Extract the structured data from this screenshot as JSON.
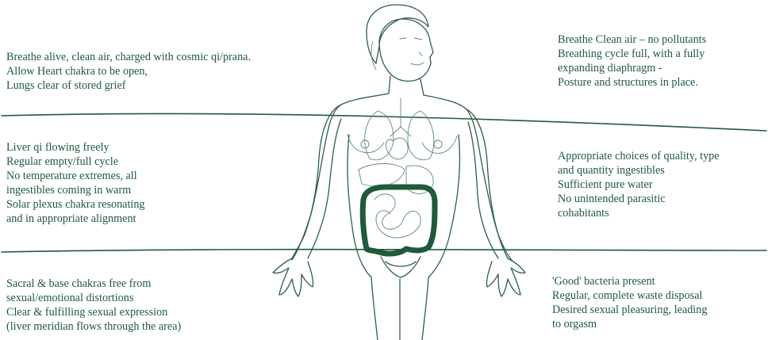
{
  "sections": {
    "top_left": {
      "lines": [
        "Breathe alive, clean air, charged with cosmic qi/prana.",
        "Allow Heart chakra to be open,",
        "Lungs clear of stored grief"
      ]
    },
    "top_right": {
      "lines": [
        "Breathe Clean air – no pollutants",
        "Breathing cycle full, with a fully",
        "expanding diaphragm -",
        "Posture and structures in place."
      ]
    },
    "middle_left": {
      "lines": [
        "Liver qi flowing freely",
        "Regular empty/full cycle",
        "No temperature extremes, all",
        "ingestibles coming in warm",
        "Solar plexus chakra resonating",
        "and in appropriate alignment"
      ]
    },
    "middle_right": {
      "lines": [
        "Appropriate choices of quality, type",
        "and quantity ingestibles",
        "Sufficient pure water",
        "No unintended parasitic",
        "cohabitants"
      ]
    },
    "bottom_left": {
      "lines": [
        "Sacral & base chakras free from",
        "sexual/emotional distortions",
        "Clear & fulfilling sexual expression",
        "(liver meridian flows through the area)"
      ]
    },
    "bottom_right": {
      "lines": [
        "'Good' bacteria present",
        "Regular, complete waste disposal",
        "Desired sexual pleasuring, leading",
        " to orgasm"
      ]
    }
  },
  "colors": {
    "ink": "#1f5a3a",
    "background": "#ffffff"
  }
}
